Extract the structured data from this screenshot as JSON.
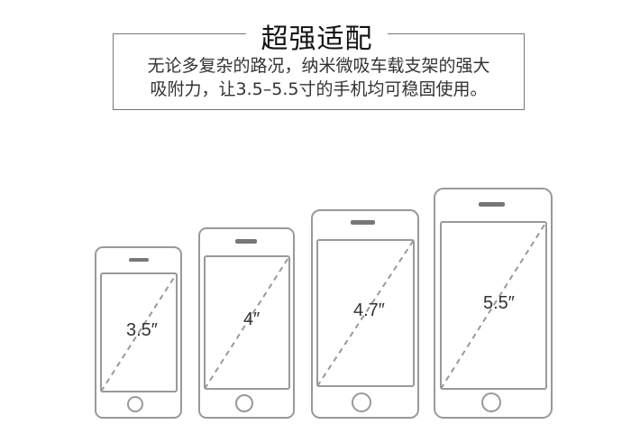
{
  "header": {
    "title": "超强适配",
    "line1": "无论多复杂的路况，纳米微吸车载支架的强大",
    "line2": "吸附力，让3.5–5.5寸的手机均可稳固使用。"
  },
  "phones": [
    {
      "size_label": "3.5″"
    },
    {
      "size_label": "4″"
    },
    {
      "size_label": "4.7″"
    },
    {
      "size_label": "5.5″"
    }
  ],
  "colors": {
    "outline": "#999999",
    "speaker": "#777777",
    "text": "#222222"
  }
}
